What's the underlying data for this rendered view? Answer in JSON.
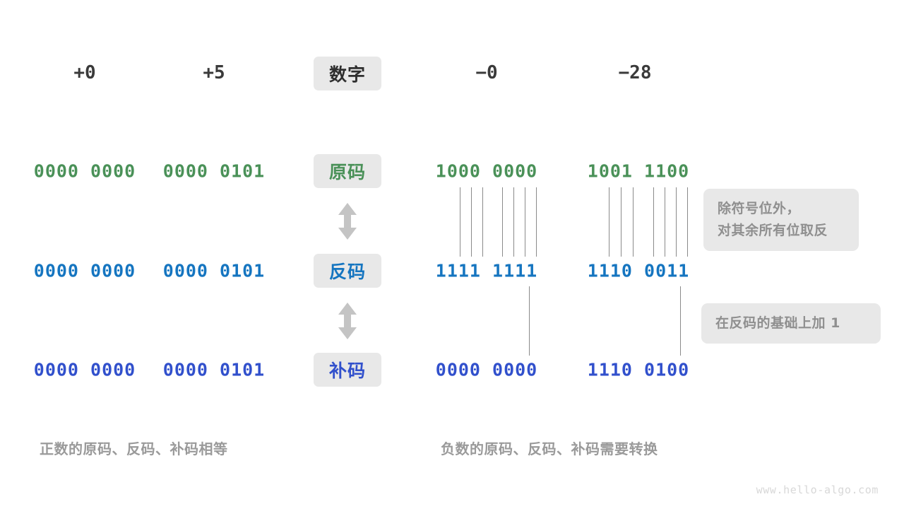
{
  "watermark": "www.hello-algo.com",
  "row_labels": [
    {
      "key": "number",
      "text": "数字",
      "color": "#2e2e2e"
    },
    {
      "key": "true_form",
      "text": "原码",
      "color": "#4a9158"
    },
    {
      "key": "inverse",
      "text": "反码",
      "color": "#1575c0"
    },
    {
      "key": "complement",
      "text": "补码",
      "color": "#3150cc"
    }
  ],
  "columns": [
    {
      "key": "pos_zero",
      "number": "+0"
    },
    {
      "key": "pos_five",
      "number": "+5"
    },
    {
      "key": "neg_zero",
      "number": "−0"
    },
    {
      "key": "neg_28",
      "number": "−28"
    }
  ],
  "values": {
    "true_form": {
      "pos_zero": "0000 0000",
      "pos_five": "0000 0101",
      "neg_zero": "1000 0000",
      "neg_28": "1001 1100"
    },
    "inverse": {
      "pos_zero": "0000 0000",
      "pos_five": "0000 0101",
      "neg_zero": "1111 1111",
      "neg_28": "1110 0011"
    },
    "complement": {
      "pos_zero": "0000 0000",
      "pos_five": "0000 0101",
      "neg_zero": "0000 0000",
      "neg_28": "1110 0100"
    }
  },
  "notes": {
    "invert_line1": "除符号位外，",
    "invert_line2": "对其余所有位取反",
    "add_one": "在反码的基础上加  1"
  },
  "captions": {
    "left": "正数的原码、反码、补码相等",
    "right": "负数的原码、反码、补码需要转换"
  },
  "arrows": {
    "true_to_inverse": "double-arrow-vertical",
    "inverse_to_complement": "double-arrow-vertical"
  },
  "colors": {
    "true_form": "#4a9158",
    "inverse": "#1575c0",
    "complement": "#3150cc",
    "chip_bg": "#e8e8e8",
    "note_bg": "#e8e8e8",
    "note_text": "#8f8f8f",
    "caption_text": "#9a9a9a",
    "connector": "#8a8a8a",
    "arrow": "#c4c4c4"
  }
}
